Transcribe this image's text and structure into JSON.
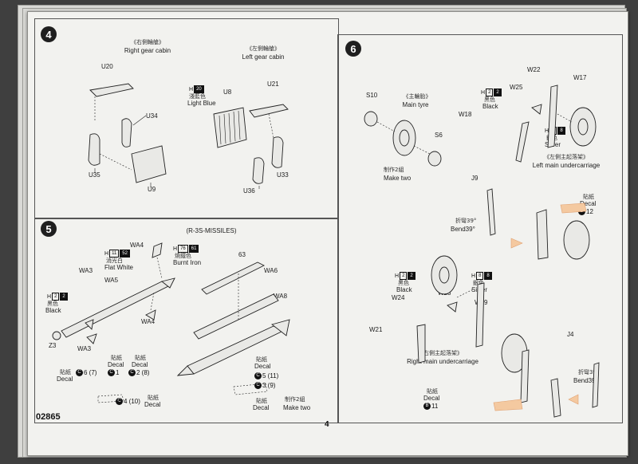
{
  "document": {
    "product_code": "02865",
    "page_number": "4"
  },
  "step4": {
    "number": "4",
    "right_cabin_zh": "《右側輪艙》",
    "right_cabin": "Right gear cabin",
    "left_cabin_zh": "《左側輪艙》",
    "left_cabin": "Left gear cabin",
    "parts": [
      "U20",
      "U34",
      "U35",
      "U9",
      "U8",
      "U21",
      "U33",
      "U36"
    ],
    "paint": {
      "letter": "H",
      "code": "20",
      "zh": "淺藍色",
      "name": "Light Blue"
    }
  },
  "step5": {
    "number": "5",
    "title": "(R-3S-MISSILES)",
    "parts": [
      "WA4",
      "WA3",
      "WA5",
      "WA4",
      "Z3",
      "WA3",
      "63",
      "WA6",
      "WA8"
    ],
    "paint_white": {
      "letter": "H",
      "code1": "11",
      "code2": "52",
      "zh": "消光白",
      "name": "Flat White"
    },
    "paint_iron": {
      "letter": "H",
      "code1": "76",
      "code2": "61",
      "zh": "燒鐵色",
      "name": "Burnt Iron"
    },
    "paint_black": {
      "letter": "H",
      "code1": "2",
      "code2": "2",
      "zh": "黑色",
      "name": "Black"
    },
    "decal_zh": "貼紙",
    "decal": "Decal",
    "decals": [
      "6 (7)",
      "1",
      "2 (8)",
      "4 (10)",
      "5 (11)",
      "3 (9)"
    ],
    "make_two_zh": "制作2組",
    "make_two": "Make two"
  },
  "step6": {
    "number": "6",
    "parts": [
      "S10",
      "S6",
      "W22",
      "W17",
      "W25",
      "W18",
      "J9",
      "W24",
      "W23",
      "W19",
      "W21",
      "J4"
    ],
    "main_tyre_zh": "《主輪胎》",
    "main_tyre": "Main tyre",
    "make_two_zh": "制作2組",
    "make_two": "Make two",
    "left_main_zh": "《左側主起落架》",
    "left_main": "Left main undercarriage",
    "right_main_zh": "《右側主起落架》",
    "right_main": "Right main undercarriage",
    "bend_zh": "折彎39°",
    "bend": "Bend39°",
    "paint_black": {
      "letter": "H",
      "code1": "2",
      "code2": "2",
      "zh": "黑色",
      "name": "Black"
    },
    "paint_silver": {
      "letter": "H",
      "code1": "8",
      "code2": "8",
      "zh": "銀色",
      "name": "Silver"
    },
    "decal_zh": "貼紙",
    "decal": "Decal",
    "decal_left": "12",
    "decal_right": "11"
  }
}
